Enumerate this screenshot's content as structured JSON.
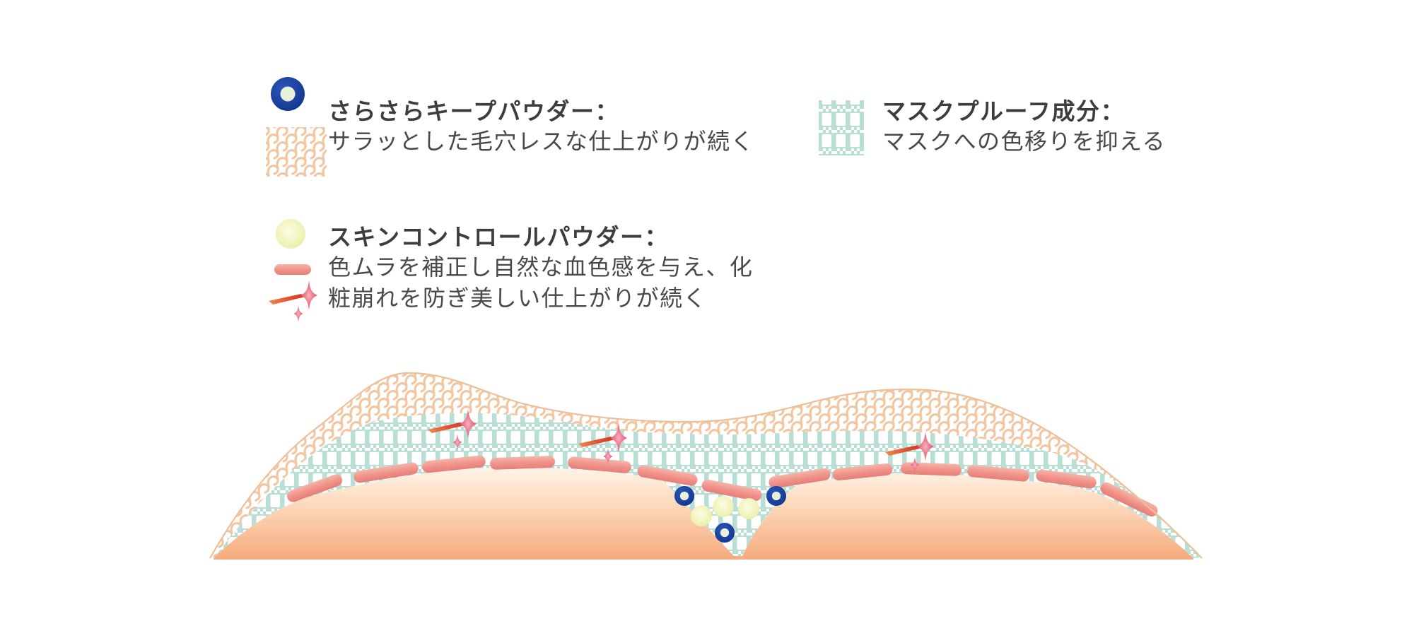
{
  "legend": {
    "items": [
      {
        "id": "keep-powder",
        "title": "さらさらキープパウダー：",
        "lines": [
          "サラッとした毛穴レスな仕上がりが続く"
        ],
        "icons": [
          "blue-powder-particle-icon",
          "peach-mesh-swatch-icon"
        ]
      },
      {
        "id": "mask-proof",
        "title": "マスクプルーフ成分：",
        "lines": [
          "マスクへの色移りを抑える"
        ],
        "icons": [
          "teal-weave-swatch-icon"
        ]
      },
      {
        "id": "skin-control-powder",
        "title": "スキンコントロールパウダー：",
        "lines": [
          "色ムラを補正し自然な血色感を与え、化",
          "粧崩れを防ぎ美しい仕上がりが続く"
        ],
        "icons": [
          "yellow-powder-particle-icon",
          "pink-pigment-bar-icon",
          "sparkle-arrow-icon"
        ]
      }
    ]
  },
  "diagram": {
    "type": "skin-cross-section-illustration",
    "visible_elements": {
      "pink_pigment_bars": 13,
      "blue_keep_powder_particles": 3,
      "yellow_skin_control_particles": 3,
      "sparkle_arrows": 3
    }
  },
  "colors": {
    "title_text": "#3d3d3d",
    "body_text": "#494949",
    "deep_blue_particle": "#16409c",
    "particle_core": "#e9f1dc",
    "peach_mesh": "#f2c6a0",
    "teal_weave": "#b9ded5",
    "pink_bar": "#ef958b",
    "arrow_red": "#d93426",
    "sparkle_pink": "#ee7e93",
    "yellow_particle": "#edefa4",
    "skin_top": "#fff3e6",
    "skin_bottom": "#f5aa7c"
  }
}
